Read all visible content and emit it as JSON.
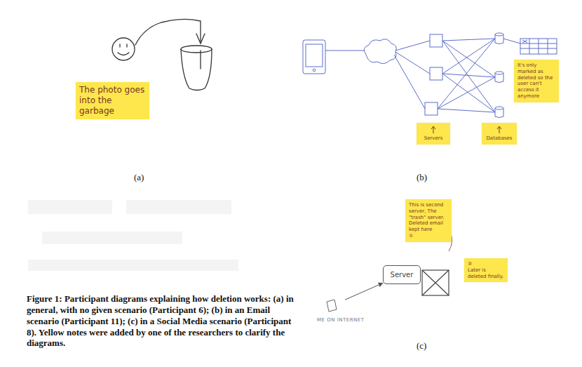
{
  "diagram": {
    "caption": "Figure 1: Participant diagrams explaining how deletion works: (a) in general, with no given scenario (Participant 6); (b) in an Email scenario (Participant 11); (c) in a Social Media scenario (Participant 8). Yellow notes were added by one of the researchers to clarify the diagrams.",
    "nodes": [
      {
        "text": [
          "The photo goes into the garbage"
        ]
      },
      {
        "text": [
          "It's only marked as deleted so the user can't access it anymore"
        ]
      },
      {
        "text": [
          "Servers"
        ]
      },
      {
        "text": [
          "Databases"
        ]
      },
      {
        "text": [
          "This is second server, The \"trash\" server. Deleted email kept here",
          "①"
        ]
      },
      {
        "text": [
          "②",
          "Later is deleted finally."
        ]
      },
      {
        "text": [
          "Server"
        ]
      },
      {
        "text": [
          "ME ON INTERNET"
        ]
      }
    ],
    "edges": [
      {
        "from": 7,
        "to": 6,
        "arrow": "to"
      }
    ],
    "labels": [
      "(a)",
      "(b)",
      "(c)"
    ]
  }
}
